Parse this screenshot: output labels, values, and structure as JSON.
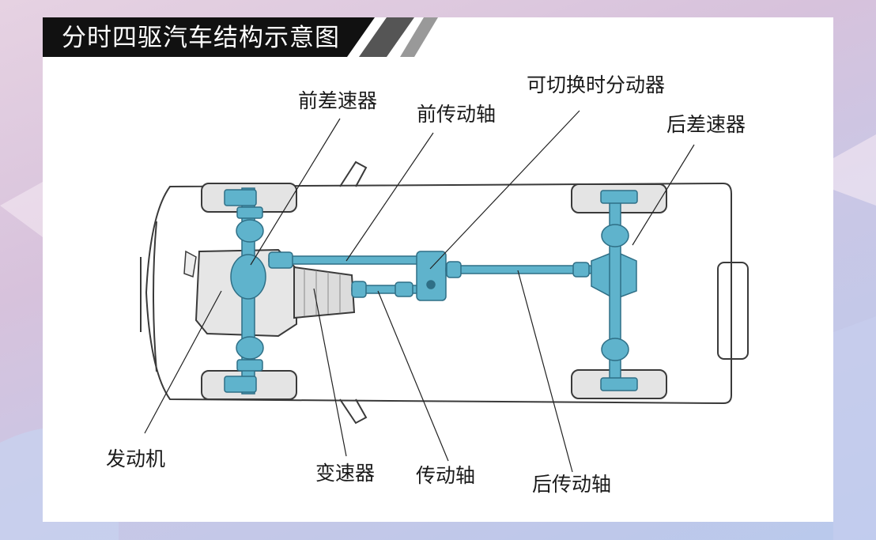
{
  "title": "分时四驱汽车结构示意图",
  "labels": {
    "front_differential": "前差速器",
    "front_drive_shaft": "前传动轴",
    "transfer_case": "可切换时分动器",
    "rear_differential": "后差速器",
    "engine": "发动机",
    "transmission": "变速器",
    "drive_shaft": "传动轴",
    "rear_drive_shaft": "后传动轴"
  },
  "colors": {
    "component": "#5fb3cc",
    "component_dark": "#2f6f86",
    "outline": "#3a3a3a",
    "title_bg": "#111111"
  }
}
